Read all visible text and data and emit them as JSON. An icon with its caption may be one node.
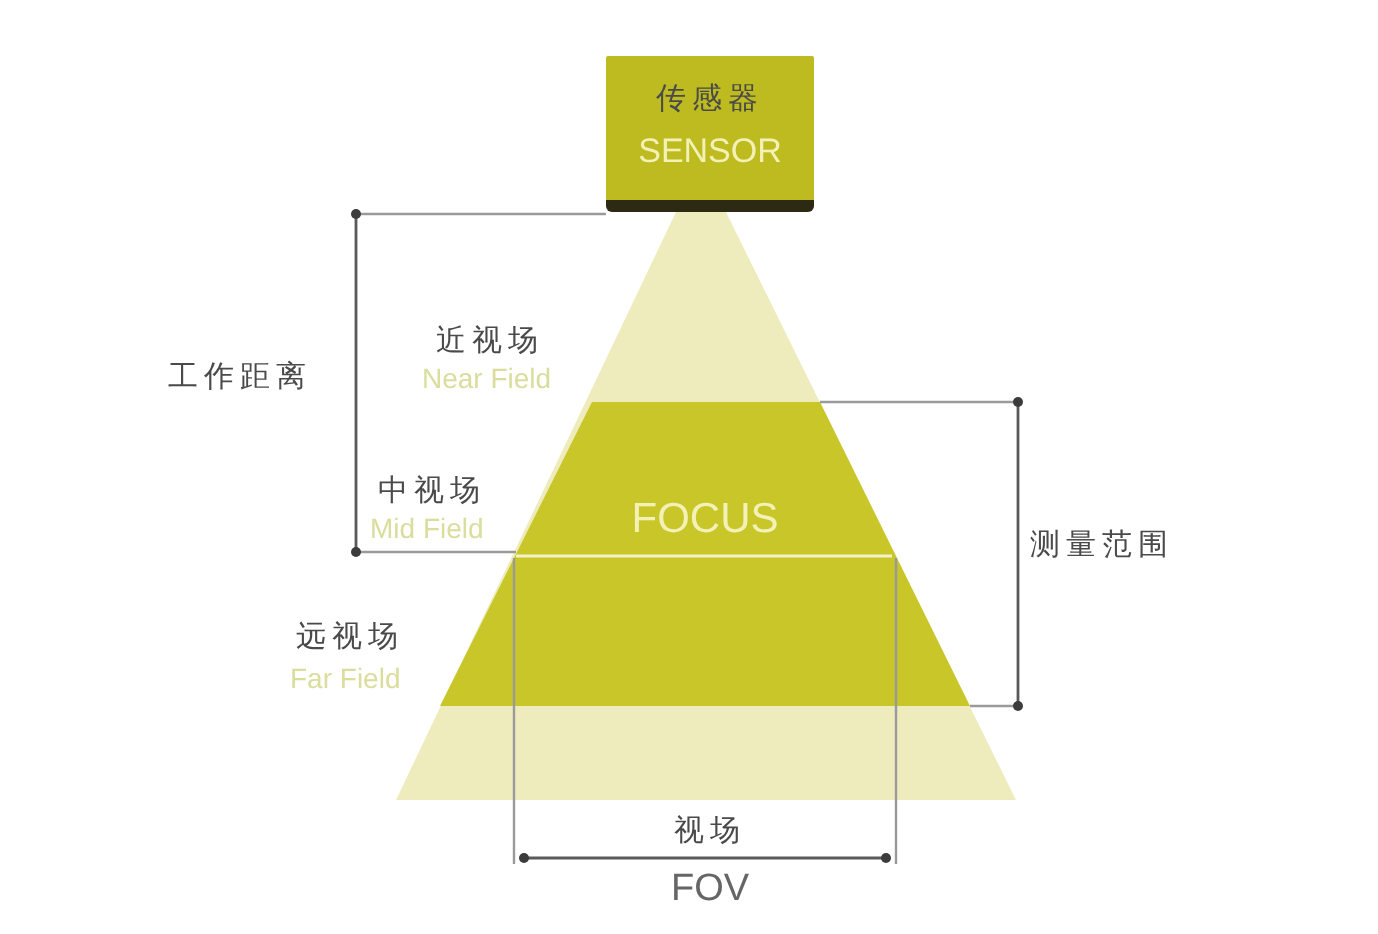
{
  "diagram": {
    "nodes": [
      {
        "text": [
          "传感器",
          "SENSOR"
        ]
      },
      {
        "text": [
          "FOCUS"
        ]
      }
    ],
    "labels": [
      "近视场",
      "Near Field",
      "工作距离",
      "中视场",
      "Mid Field",
      "测量范围",
      "远视场",
      "Far Field",
      "视场",
      "FOV"
    ]
  }
}
